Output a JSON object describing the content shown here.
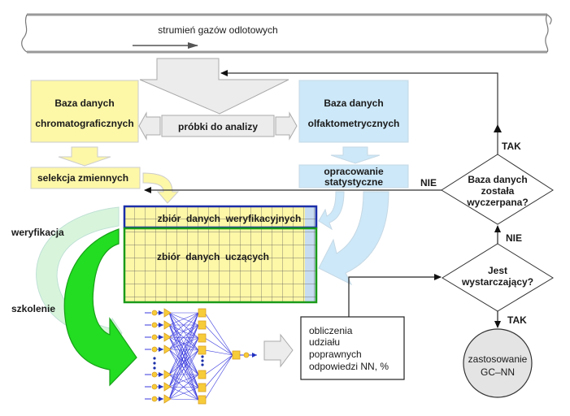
{
  "pipe": {
    "label": "strumień gazów odlotowych"
  },
  "samples": {
    "label": "próbki do analizy"
  },
  "chromatographic_db": {
    "line1": "Baza danych",
    "line2": "chromatograficznych"
  },
  "olfactometric_db": {
    "line1": "Baza danych",
    "line2": "olfaktometrycznych"
  },
  "variable_selection": {
    "label": "selekcja zmiennych"
  },
  "statistical_processing": {
    "line1": "opracowanie",
    "line2": "statystyczne"
  },
  "verification_set": {
    "label": "zbiór  danych  weryfikacyjnych"
  },
  "training_set": {
    "label": "zbiór  danych  uczących"
  },
  "labels": {
    "verification": "weryfikacja",
    "training": "szkolenie"
  },
  "calc_box": {
    "lines": [
      "obliczenia",
      "udziału",
      "poprawnych",
      "odpowiedzi NN, %"
    ]
  },
  "decision_exhausted": {
    "lines": [
      "Baza danych",
      "została",
      "wyczerpana?"
    ],
    "yes": "TAK",
    "no": "NIE"
  },
  "decision_sufficient": {
    "lines": [
      "Jest",
      "wystarczający?"
    ],
    "yes": "TAK",
    "no": "NIE"
  },
  "terminal": {
    "line1": "zastosowanie",
    "line2": "GC–NN"
  },
  "colors": {
    "yellow_box": "#fdf7a8",
    "blue_box": "#cde8f8",
    "grey_arrow": "#ececec",
    "green_arrow": "#22dd22",
    "blue_border": "#1a2ea8",
    "green_border": "#1a9a1a",
    "neuron": "#f7cc3a",
    "net_lines": "#3a3adf"
  }
}
